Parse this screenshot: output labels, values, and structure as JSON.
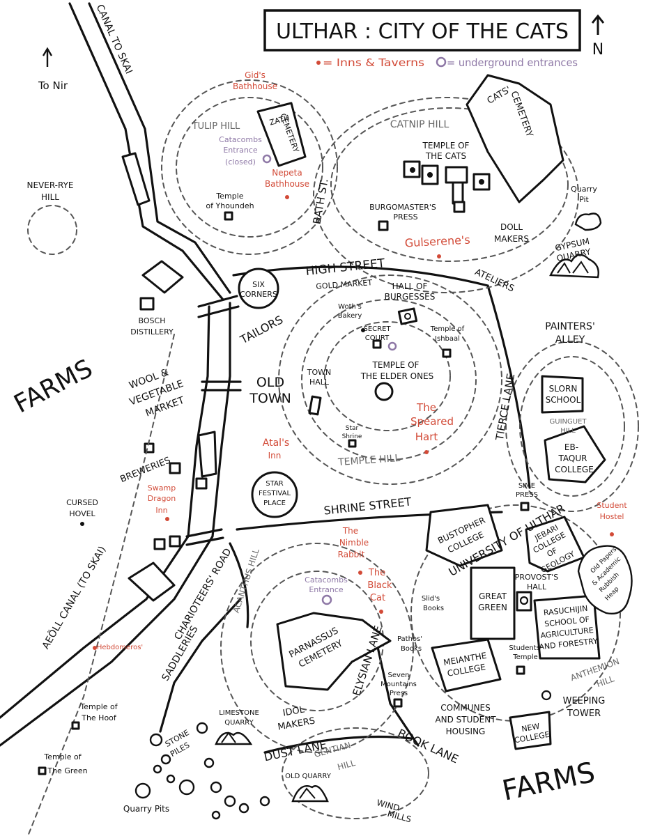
{
  "title": "ULTHAR : CITY OF THE CATS",
  "compass": "N",
  "legend": {
    "inns": "= Inns & Taverns",
    "entrances": "= underground entrances"
  },
  "colors": {
    "ink": "#111111",
    "inn": "#d24a37",
    "entrance": "#8e78a6",
    "hill": "#666666"
  },
  "directions": {
    "canal_north": "CANAL TO SKAI",
    "to_nir": "To Nir",
    "canal_south": "AEÖLL CANAL (TO SKAI)"
  },
  "hills": {
    "tulip": "TULIP HILL",
    "catnip": "CATNIP HILL",
    "temple": "TEMPLE HILL",
    "guinguet_1": "GUINGUET",
    "guinguet_2": "HILL",
    "acanthus": "ACANTHUS HILL",
    "gentian_1": "GENTIAN",
    "gentian_2": "HILL",
    "anthemion_1": "ANTHEMION",
    "anthemion_2": "HILL",
    "never_rye_1": "NEVER-RYE",
    "never_rye_2": "HILL"
  },
  "streets": {
    "bath_st": "BATH ST.",
    "high_street": "HIGH STREET",
    "shrine_street": "SHRINE STREET",
    "tierce_lane": "TIERCE LANE",
    "charioteers_road": "CHARIOTEERS' ROAD",
    "elysian_lane": "ELYSIAN LANE",
    "dust_lane": "DUST LANE",
    "book_lane": "BOOK LANE",
    "painters_1": "PAINTERS'",
    "painters_2": "ALLEY",
    "university": "UNIVERSITY OF ULTHAR"
  },
  "districts": {
    "farms_west": "FARMS",
    "farms_south": "FARMS",
    "old_town_1": "OLD",
    "old_town_2": "TOWN",
    "tailors": "TAILORS",
    "ateliers": "ATELIERS",
    "saddleries": "SADDLERIES",
    "wool_1": "WOOL &",
    "wool_2": "VEGETABLE",
    "wool_3": "MARKET",
    "breweries": "BREWERIES",
    "gold_market": "GOLD MARKET",
    "doll_1": "DOLL",
    "doll_2": "MAKERS",
    "idol_1": "IDOL",
    "idol_2": "MAKERS",
    "gypsum_1": "GYPSUM",
    "gypsum_2": "QUARRY",
    "limestone_1": "LIMESTONE",
    "limestone_2": "QUARRY",
    "old_quarry": "OLD QUARRY",
    "quarry_pit_1": "Quarry",
    "quarry_pit_2": "Pit",
    "quarry_pits": "Quarry Pits",
    "stone_1": "STONE",
    "stone_2": "PILES",
    "wind_1": "WIND",
    "wind_2": "MILLS",
    "communes_1": "COMMUNES",
    "communes_2": "AND STUDENT",
    "communes_3": "HOUSING",
    "weeping_1": "WEEPING",
    "weeping_2": "TOWER",
    "heap_1": "Old Papers",
    "heap_2": "& Academic",
    "heap_3": "Rubbish",
    "heap_4": "Heap",
    "cursed_1": "CURSED",
    "cursed_2": "HOVEL",
    "bosch_1": "BOSCH",
    "bosch_2": "DISTILLERY"
  },
  "buildings": {
    "zath_1": "ZATH",
    "zath_2": "CEMETERY",
    "cats_cem_1": "CATS'",
    "cats_cem_2": "CEMETERY",
    "temple_cats_1": "TEMPLE OF",
    "temple_cats_2": "THE CATS",
    "burgomaster_1": "BURGOMASTER'S",
    "burgomaster_2": "PRESS",
    "yhoundeh_1": "Temple",
    "yhoundeh_2": "of Yhoundeh",
    "six_1": "SIX",
    "six_2": "CORNERS",
    "hall_1": "HALL OF",
    "hall_2": "BURGESSES",
    "woths_1": "Woth's",
    "woths_2": "Bakery",
    "secret_1": "SECRET",
    "secret_2": "COURT",
    "ishbaal_1": "Temple of",
    "ishbaal_2": "Ishbaal",
    "town_hall_1": "TOWN",
    "town_hall_2": "HALL",
    "elder_1": "TEMPLE OF",
    "elder_2": "THE ELDER ONES",
    "star_shrine_1": "Star",
    "star_shrine_2": "Shrine",
    "star_fest_1": "STAR",
    "star_fest_2": "FESTIVAL",
    "star_fest_3": "PLACE",
    "slorn_1": "SLORN",
    "slorn_2": "SCHOOL",
    "ebtaqur_1": "EB-",
    "ebtaqur_2": "TAQUR",
    "ebtaqur_3": "COLLEGE",
    "sime_1": "SIME",
    "sime_2": "PRESS",
    "bustopher_1": "BUSTOPHER",
    "bustopher_2": "COLLEGE",
    "jebari_1": "JEBARI",
    "jebari_2": "COLLEGE",
    "jebari_3": "OF",
    "jebari_4": "GEOLOGY",
    "provost_1": "PROVOST'S",
    "provost_2": "HALL",
    "great_1": "GREAT",
    "great_2": "GREEN",
    "rasu_1": "RASUCHIJIN",
    "rasu_2": "SCHOOL OF",
    "rasu_3": "AGRICULTURE",
    "rasu_4": "AND FORESTRY",
    "meianthe_1": "MEIANTHE",
    "meianthe_2": "COLLEGE",
    "students_temple_1": "Students'",
    "students_temple_2": "Temple",
    "new_college_1": "NEW",
    "new_college_2": "COLLEGE",
    "parnassus_1": "PARNASSUS",
    "parnassus_2": "CEMETERY",
    "slids_1": "Slid's",
    "slids_2": "Books",
    "pathos_1": "Pathos'",
    "pathos_2": "Books",
    "seven_1": "Seven",
    "seven_2": "Mountains",
    "seven_3": "Press",
    "hoof_1": "Temple of",
    "hoof_2": "The Hoof",
    "green_temple_1": "Temple of",
    "green_temple_2": "The Green"
  },
  "inns": {
    "gids_1": "Gid's",
    "gids_2": "Bathhouse",
    "nepeta_1": "Nepeta",
    "nepeta_2": "Bathhouse",
    "gulserene": "Gulserene's",
    "speared_1": "The",
    "speared_2": "Speared",
    "speared_3": "Hart",
    "atals_1": "Atal's",
    "atals_2": "Inn",
    "swamp_1": "Swamp",
    "swamp_2": "Dragon",
    "swamp_3": "Inn",
    "nimble_1": "The",
    "nimble_2": "Nimble",
    "nimble_3": "Rabbit",
    "black_1": "The",
    "black_2": "Black",
    "black_3": "Cat",
    "student_1": "Student",
    "student_2": "Hostel",
    "hebdomeros": "Hebdomeros'"
  },
  "entrances": {
    "cat1_1": "Catacombs",
    "cat1_2": "Entrance",
    "cat1_3": "(closed)",
    "cat2_1": "Catacombs",
    "cat2_2": "Entrance"
  }
}
